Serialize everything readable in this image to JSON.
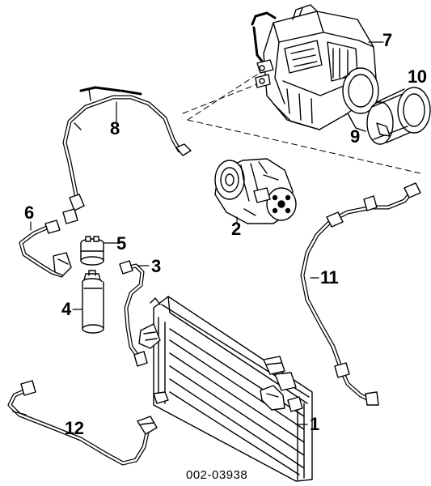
{
  "diagram": {
    "callouts": [
      {
        "id": "1",
        "label": "1"
      },
      {
        "id": "2",
        "label": "2"
      },
      {
        "id": "3",
        "label": "3"
      },
      {
        "id": "4",
        "label": "4"
      },
      {
        "id": "5",
        "label": "5"
      },
      {
        "id": "6",
        "label": "6"
      },
      {
        "id": "7",
        "label": "7"
      },
      {
        "id": "8",
        "label": "8"
      },
      {
        "id": "9",
        "label": "9"
      },
      {
        "id": "10",
        "label": "10"
      },
      {
        "id": "11",
        "label": "11"
      },
      {
        "id": "12",
        "label": "12"
      }
    ],
    "diagram_code": "002-03938",
    "colors": {
      "line": "#000000",
      "background": "#ffffff"
    }
  }
}
